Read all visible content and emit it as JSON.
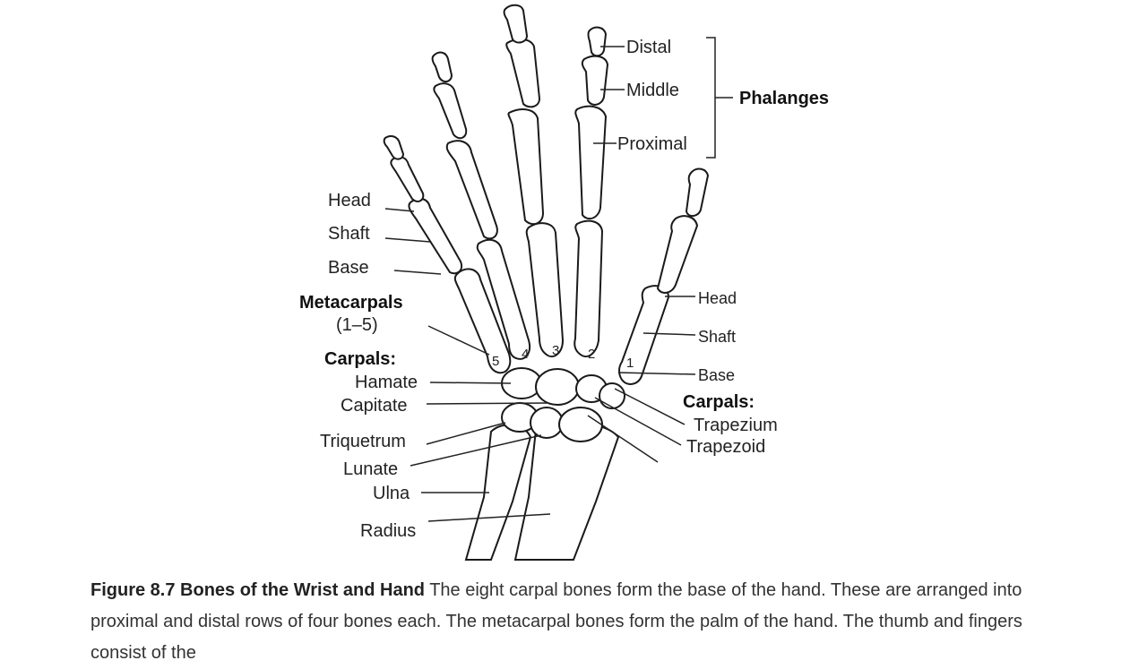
{
  "labels": {
    "distal": "Distal",
    "middle": "Middle",
    "proximal": "Proximal",
    "phalanges": "Phalanges",
    "head_left": "Head",
    "shaft_left": "Shaft",
    "base_left": "Base",
    "metacarpals": "Metacarpals",
    "metacarpals_range": "(1–5)",
    "carpals_left": "Carpals:",
    "hamate": "Hamate",
    "capitate": "Capitate",
    "triquetrum": "Triquetrum",
    "lunate": "Lunate",
    "ulna": "Ulna",
    "radius": "Radius",
    "head_right": "Head",
    "shaft_right": "Shaft",
    "base_right": "Base",
    "carpals_right": "Carpals:",
    "trapezium": "Trapezium",
    "trapezoid": "Trapezoid"
  },
  "metacarpal_numbers": [
    "1",
    "2",
    "3",
    "4",
    "5"
  ],
  "caption": {
    "title": "Figure 8.7 Bones of the Wrist and Hand",
    "body": "The eight carpal bones form the base of the hand. These are arranged into proximal and distal rows of four bones each. The metacarpal bones form the palm of the hand. The thumb and fingers consist of the"
  }
}
